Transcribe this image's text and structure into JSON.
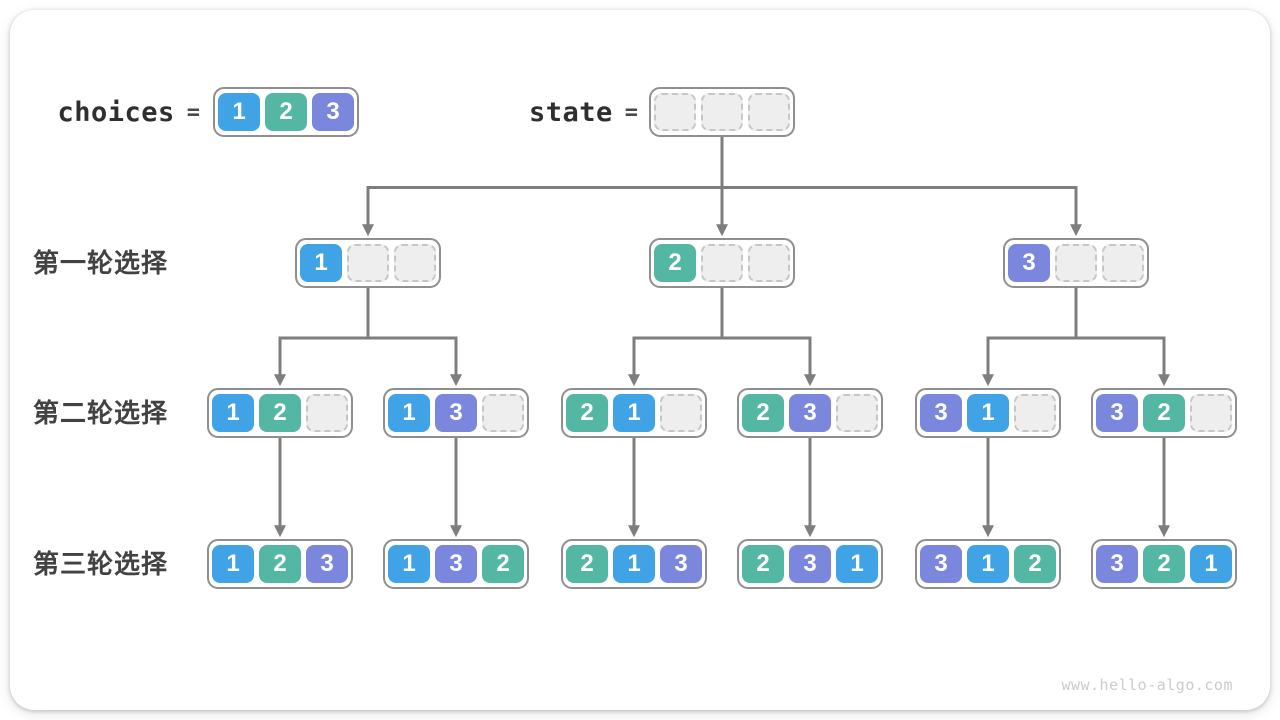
{
  "palette": {
    "1": "#3fa3e6",
    "2": "#54b7a4",
    "3": "#7a87dc",
    "empty_fill": "#eeeeee",
    "empty_border": "#c6c6c6",
    "box_border": "#8f8f8f",
    "arrow": "#7e7e7e",
    "label_text": "#424242",
    "code_text": "#2f2f2f",
    "watermark_text": "#cbcbcb"
  },
  "header": {
    "choices_label": "choices",
    "choices_equals": "=",
    "choices_cells": [
      "1",
      "2",
      "3"
    ],
    "state_label": "state",
    "state_equals": "=",
    "state_cells": [
      "",
      "",
      ""
    ]
  },
  "tree": {
    "root": {
      "id": "state",
      "cells": [
        "",
        "",
        ""
      ]
    },
    "rows": [
      {
        "label": "第一轮选择",
        "nodes": [
          {
            "id": "n1",
            "parent": "state",
            "cells": [
              "1",
              "",
              ""
            ]
          },
          {
            "id": "n2",
            "parent": "state",
            "cells": [
              "2",
              "",
              ""
            ]
          },
          {
            "id": "n3",
            "parent": "state",
            "cells": [
              "3",
              "",
              ""
            ]
          }
        ]
      },
      {
        "label": "第二轮选择",
        "nodes": [
          {
            "id": "n12",
            "parent": "n1",
            "cells": [
              "1",
              "2",
              ""
            ]
          },
          {
            "id": "n13",
            "parent": "n1",
            "cells": [
              "1",
              "3",
              ""
            ]
          },
          {
            "id": "n21",
            "parent": "n2",
            "cells": [
              "2",
              "1",
              ""
            ]
          },
          {
            "id": "n23",
            "parent": "n2",
            "cells": [
              "2",
              "3",
              ""
            ]
          },
          {
            "id": "n31",
            "parent": "n3",
            "cells": [
              "3",
              "1",
              ""
            ]
          },
          {
            "id": "n32",
            "parent": "n3",
            "cells": [
              "3",
              "2",
              ""
            ]
          }
        ]
      },
      {
        "label": "第三轮选择",
        "nodes": [
          {
            "id": "n123",
            "parent": "n12",
            "cells": [
              "1",
              "2",
              "3"
            ]
          },
          {
            "id": "n132",
            "parent": "n13",
            "cells": [
              "1",
              "3",
              "2"
            ]
          },
          {
            "id": "n213",
            "parent": "n21",
            "cells": [
              "2",
              "1",
              "3"
            ]
          },
          {
            "id": "n231",
            "parent": "n23",
            "cells": [
              "2",
              "3",
              "1"
            ]
          },
          {
            "id": "n312",
            "parent": "n31",
            "cells": [
              "3",
              "1",
              "2"
            ]
          },
          {
            "id": "n321",
            "parent": "n32",
            "cells": [
              "3",
              "2",
              "1"
            ]
          }
        ]
      }
    ]
  },
  "watermark": "www.hello-algo.com"
}
